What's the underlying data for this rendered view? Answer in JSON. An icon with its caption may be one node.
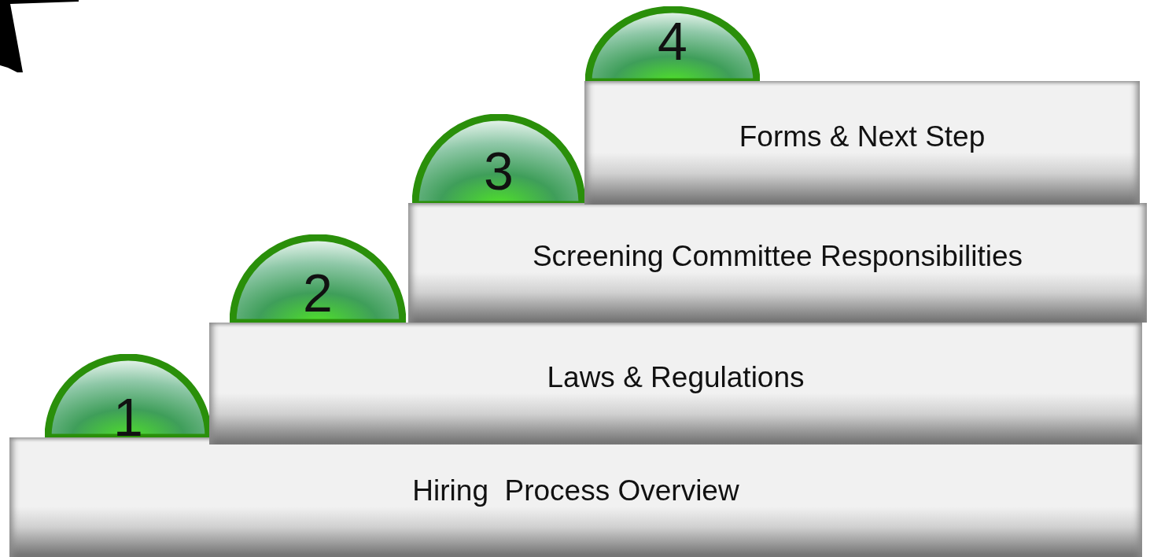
{
  "diagram": {
    "nodes": [
      {
        "text": [
          "1"
        ]
      },
      {
        "text": [
          "Hiring  Process Overview"
        ]
      },
      {
        "text": [
          "2"
        ]
      },
      {
        "text": [
          "Laws & Regulations"
        ]
      },
      {
        "text": [
          "3"
        ]
      },
      {
        "text": [
          "Screening Committee Responsibilities"
        ]
      },
      {
        "text": [
          "4"
        ]
      },
      {
        "text": [
          "Forms & Next Step"
        ]
      }
    ]
  }
}
